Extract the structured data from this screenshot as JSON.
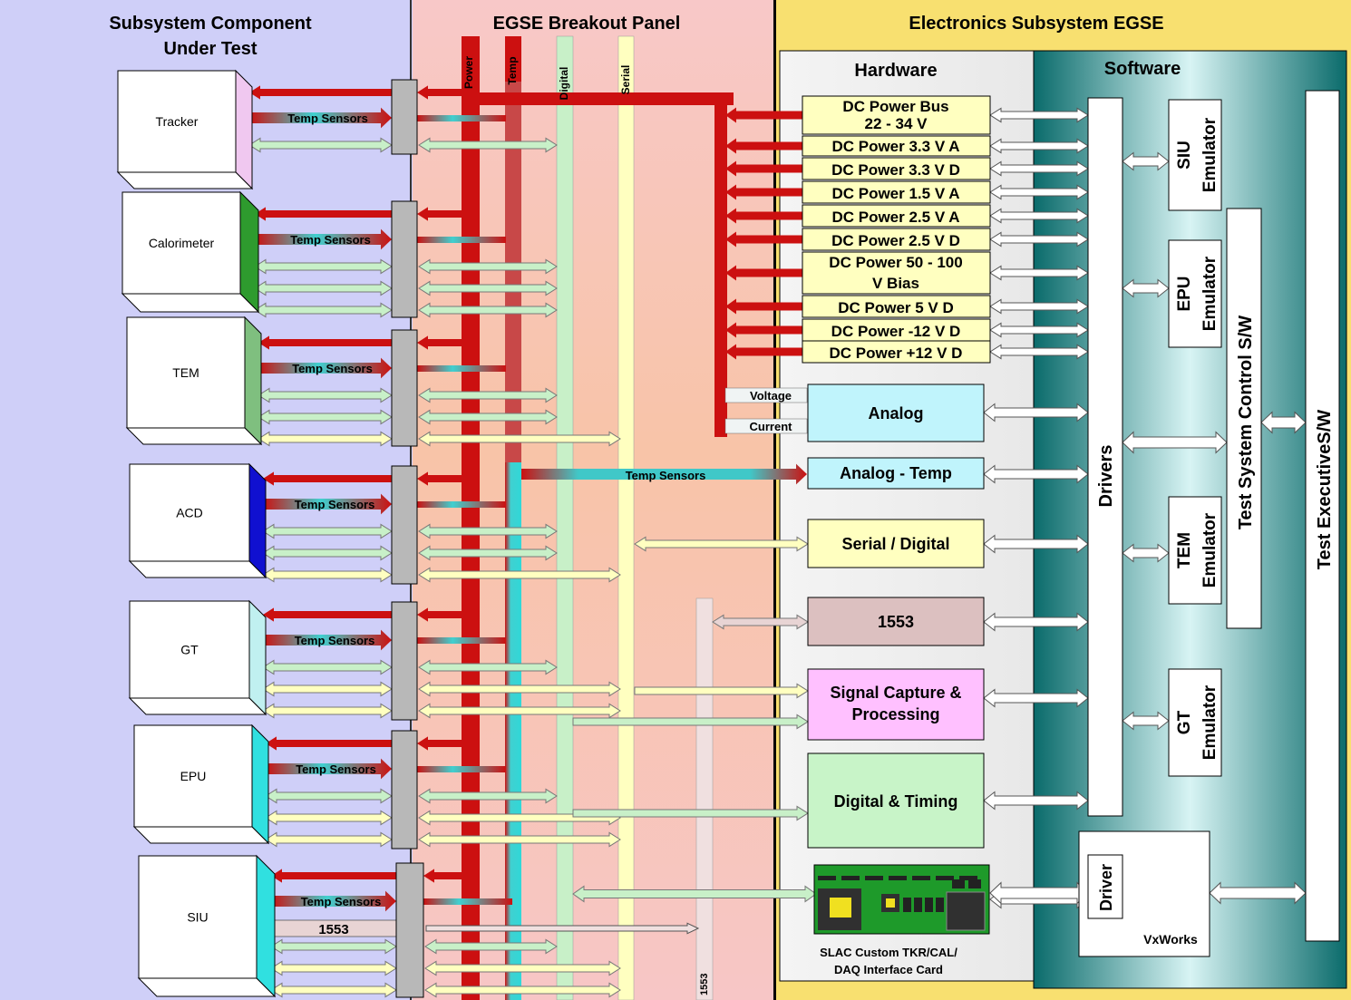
{
  "headers": {
    "left_line1": "Subsystem Component",
    "left_line2": "Under Test",
    "middle": "EGSE Breakout Panel",
    "right": "Electronics Subsystem EGSE",
    "hardware": "Hardware",
    "software": "Software"
  },
  "bus_labels": {
    "power": "Power",
    "temp": "Temp",
    "digital": "Digital",
    "serial": "Serial",
    "mil1553": "1553"
  },
  "components": [
    {
      "name": "Tracker",
      "sensor_label": "Temp Sensors",
      "face_color": "#f0c8f0"
    },
    {
      "name": "Calorimeter",
      "sensor_label": "Temp Sensors",
      "face_color": "#2e9b2e"
    },
    {
      "name": "TEM",
      "sensor_label": "Temp Sensors",
      "face_color": "#7fbf7f"
    },
    {
      "name": "ACD",
      "sensor_label": "Temp Sensors",
      "face_color": "#1010d0"
    },
    {
      "name": "GT",
      "sensor_label": "Temp Sensors",
      "face_color": "#c0f0f0"
    },
    {
      "name": "EPU",
      "sensor_label": "Temp Sensors",
      "face_color": "#30e0e0"
    },
    {
      "name": "SIU",
      "sensor_label": "Temp Sensors",
      "extra_label": "1553",
      "face_color": "#30e0e0"
    }
  ],
  "power_supplies": [
    {
      "line1": "DC Power Bus",
      "line2": "22 - 34 V"
    },
    {
      "line1": "DC Power 3.3 V A"
    },
    {
      "line1": "DC Power 3.3 V D"
    },
    {
      "line1": "DC Power 1.5 V A"
    },
    {
      "line1": "DC Power 2.5 V A"
    },
    {
      "line1": "DC Power 2.5 V D"
    },
    {
      "line1": "DC Power 50 - 100",
      "line2": "V Bias"
    },
    {
      "line1": "DC Power 5 V D"
    },
    {
      "line1": "DC Power -12 V D"
    },
    {
      "line1": "DC Power +12 V D"
    }
  ],
  "monitor_labels": {
    "voltage": "Voltage",
    "current": "Current"
  },
  "hardware_modules": {
    "analog": "Analog",
    "analog_temp": "Analog - Temp",
    "analog_temp_feed": "Temp Sensors",
    "serial_digital": "Serial / Digital",
    "mil1553": "1553",
    "signal_line1": "Signal Capture &",
    "signal_line2": "Processing",
    "digital_timing": "Digital & Timing",
    "card_line1": "SLAC Custom TKR/CAL/",
    "card_line2": "DAQ Interface Card"
  },
  "software": {
    "drivers": "Drivers",
    "driver": "Driver",
    "vxworks": "VxWorks",
    "siu_emulator_line1": "SIU",
    "siu_emulator_line2": "Emulator",
    "epu_emulator_line1": "EPU",
    "epu_emulator_line2": "Emulator",
    "tem_emulator_line1": "TEM",
    "tem_emulator_line2": "Emulator",
    "gt_emulator_line1": "GT",
    "gt_emulator_line2": "Emulator",
    "test_system_control": "Test System Control S/W",
    "test_executive": "Test ExecutiveS/W"
  },
  "colors": {
    "left_bg": "#cfcff8",
    "mid_bg": "#f6c6c2",
    "right_bg": "#f8e070",
    "power": "#cc1010",
    "temp": "#30d8d8",
    "digital_line": "#c8f0c8",
    "serial_line": "#ffffc0"
  }
}
